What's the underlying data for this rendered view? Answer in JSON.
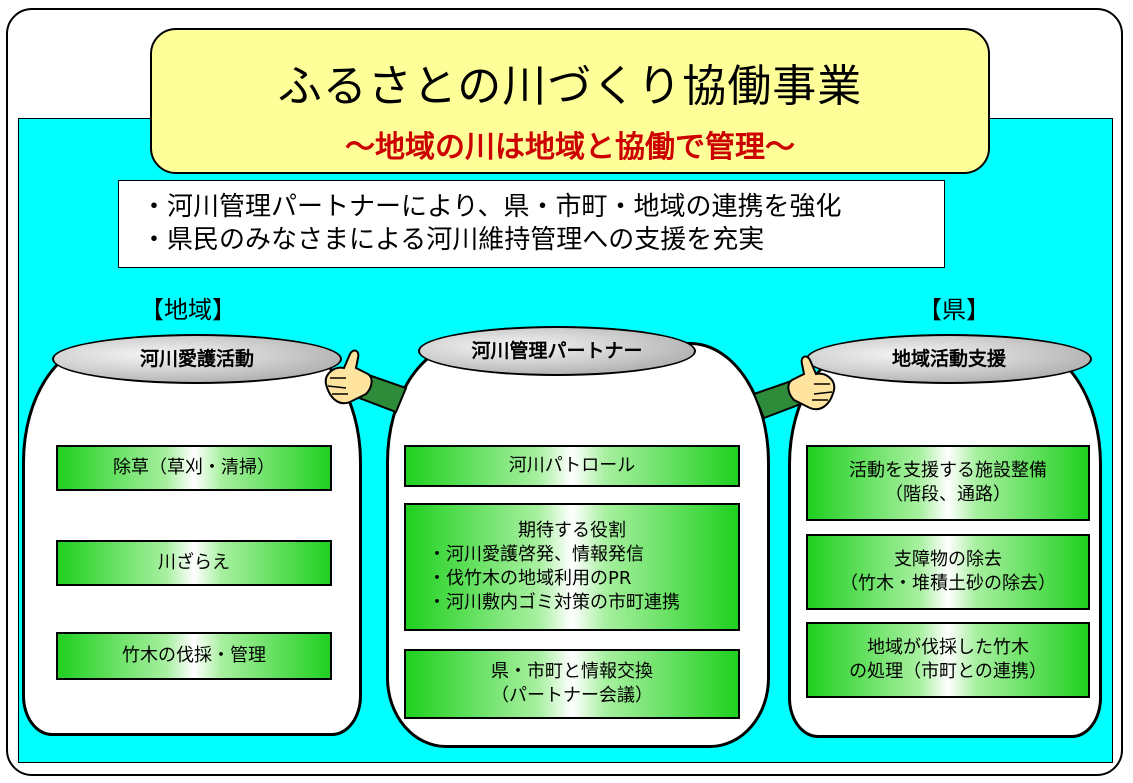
{
  "title": {
    "main": "ふるさとの川づくり協働事業",
    "sub": "～地域の川は地域と協働で管理～"
  },
  "bullets": [
    "・河川管理パートナーにより、県・市町・地域の連携を強化",
    "・県民のみなさまによる河川維持管理への支援を充実"
  ],
  "labels": {
    "left": "【地域】",
    "right": "【県】"
  },
  "columns": {
    "left": {
      "header": "河川愛護活動",
      "boxes": [
        "除草（草刈・清掃）",
        "川ざらえ",
        "竹木の伐採・管理"
      ]
    },
    "center": {
      "header": "河川管理パートナー",
      "box1": "河川パトロール",
      "box2": {
        "heading": "期待する役割",
        "items": [
          "・河川愛護啓発、情報発信",
          "・伐竹木の地域利用のPR",
          "・河川敷内ゴミ対策の市町連携"
        ]
      },
      "box3": [
        "県・市町と情報交換",
        "（パートナー会議）"
      ]
    },
    "right": {
      "header": "地域活動支援",
      "box1": [
        "活動を支援する施設整備",
        "（階段、通路）"
      ],
      "box2": [
        "支障物の除去",
        "（竹木・堆積土砂の除去）"
      ],
      "box3": [
        "地域が伐採した竹木",
        "の処理（市町との連携）"
      ]
    }
  },
  "colors": {
    "background_panel": "#00ffff",
    "title_box": "#ffff99",
    "subtitle_text": "#cc0000",
    "box_green": "#1fd01f",
    "sleeve": "#2e8b3a",
    "hand": "#ffe4a0"
  },
  "icons": [
    "handshake-hand-icon-left",
    "handshake-hand-icon-right"
  ]
}
